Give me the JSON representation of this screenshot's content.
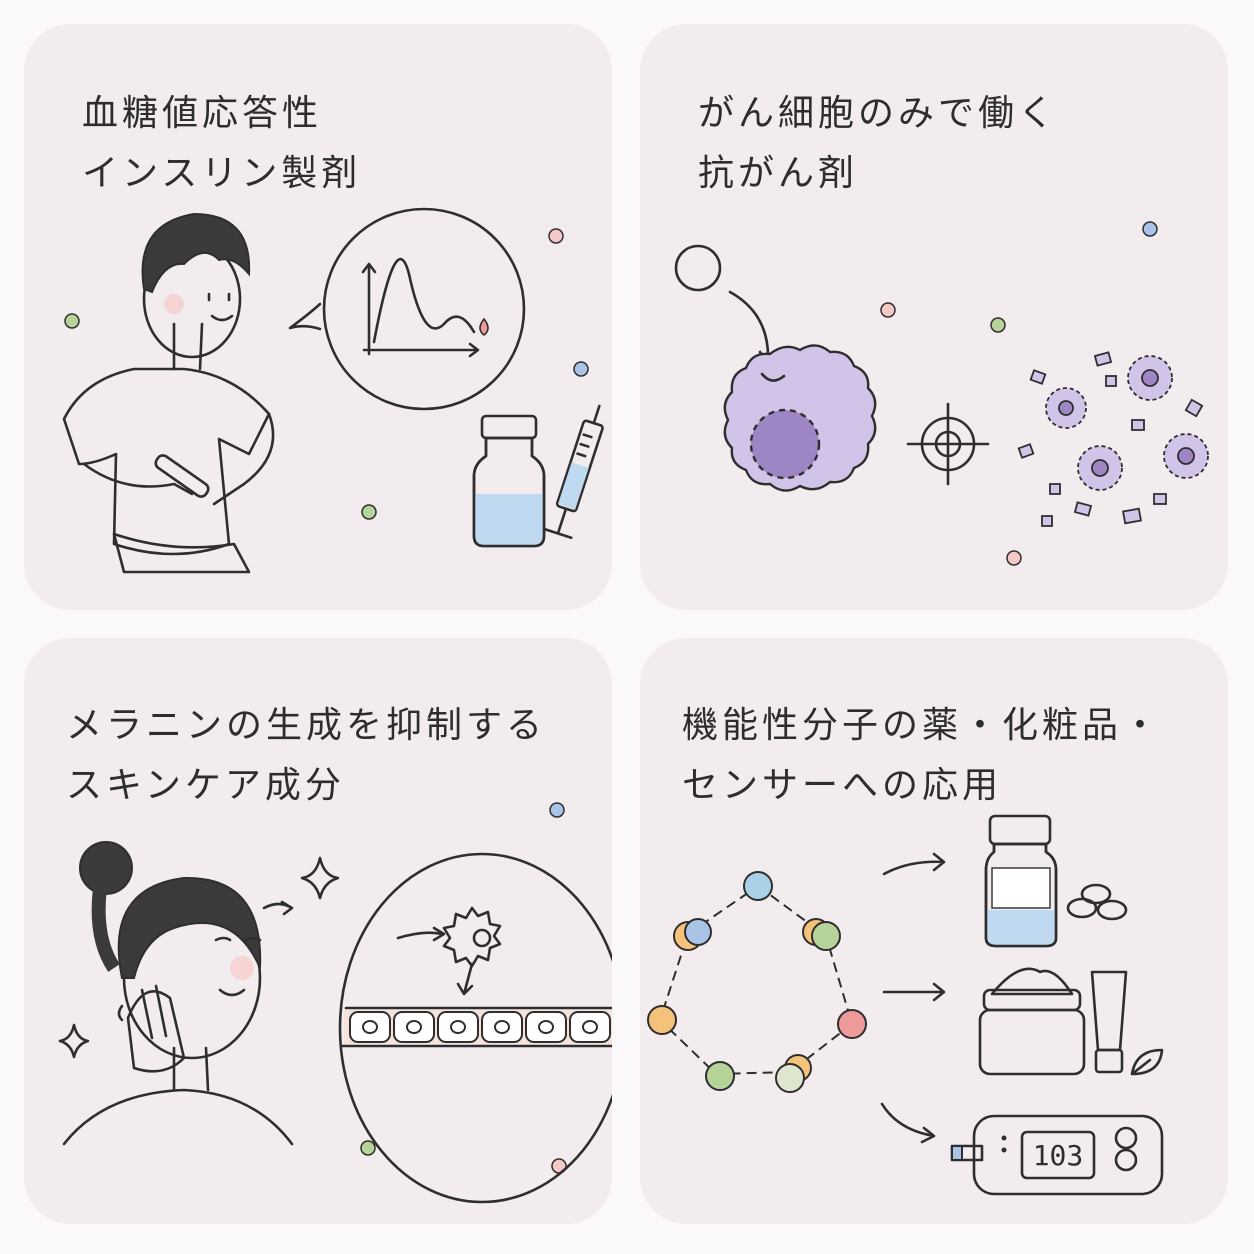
{
  "panels": [
    {
      "id": "insulin",
      "title_lines": [
        "血糖値応答性",
        "インスリン製剤"
      ]
    },
    {
      "id": "anticancer",
      "title_lines": [
        "がん細胞のみで働く",
        "抗がん剤"
      ]
    },
    {
      "id": "skincare",
      "title_lines": [
        "メラニンの生成を抑制する",
        "スキンケア成分"
      ]
    },
    {
      "id": "applications",
      "title_lines": [
        "機能性分子の薬・化粧品・",
        "センサーへの応用"
      ]
    }
  ],
  "meter_reading": "103",
  "colors": {
    "panel_bg": "#f3ecee",
    "page_bg": "#fbf8f9",
    "blue": "#a9c4e6",
    "purple": "#c9b6e2",
    "green": "#b6d39a",
    "pink": "#ef9a9a",
    "orange": "#f4c27a"
  },
  "icons": [
    "person-injecting-icon",
    "glucose-graph-icon",
    "blood-drop-icon",
    "vial-icon",
    "syringe-icon",
    "cancer-cell-icon",
    "target-crosshair-icon",
    "fragmented-cells-icon",
    "woman-touching-face-icon",
    "sparkle-icon",
    "melanin-cell-icon",
    "skin-layer-icon",
    "molecule-ring-icon",
    "medicine-bottle-icon",
    "pills-icon",
    "cream-jar-icon",
    "tube-icon",
    "leaf-icon",
    "glucose-meter-icon"
  ]
}
